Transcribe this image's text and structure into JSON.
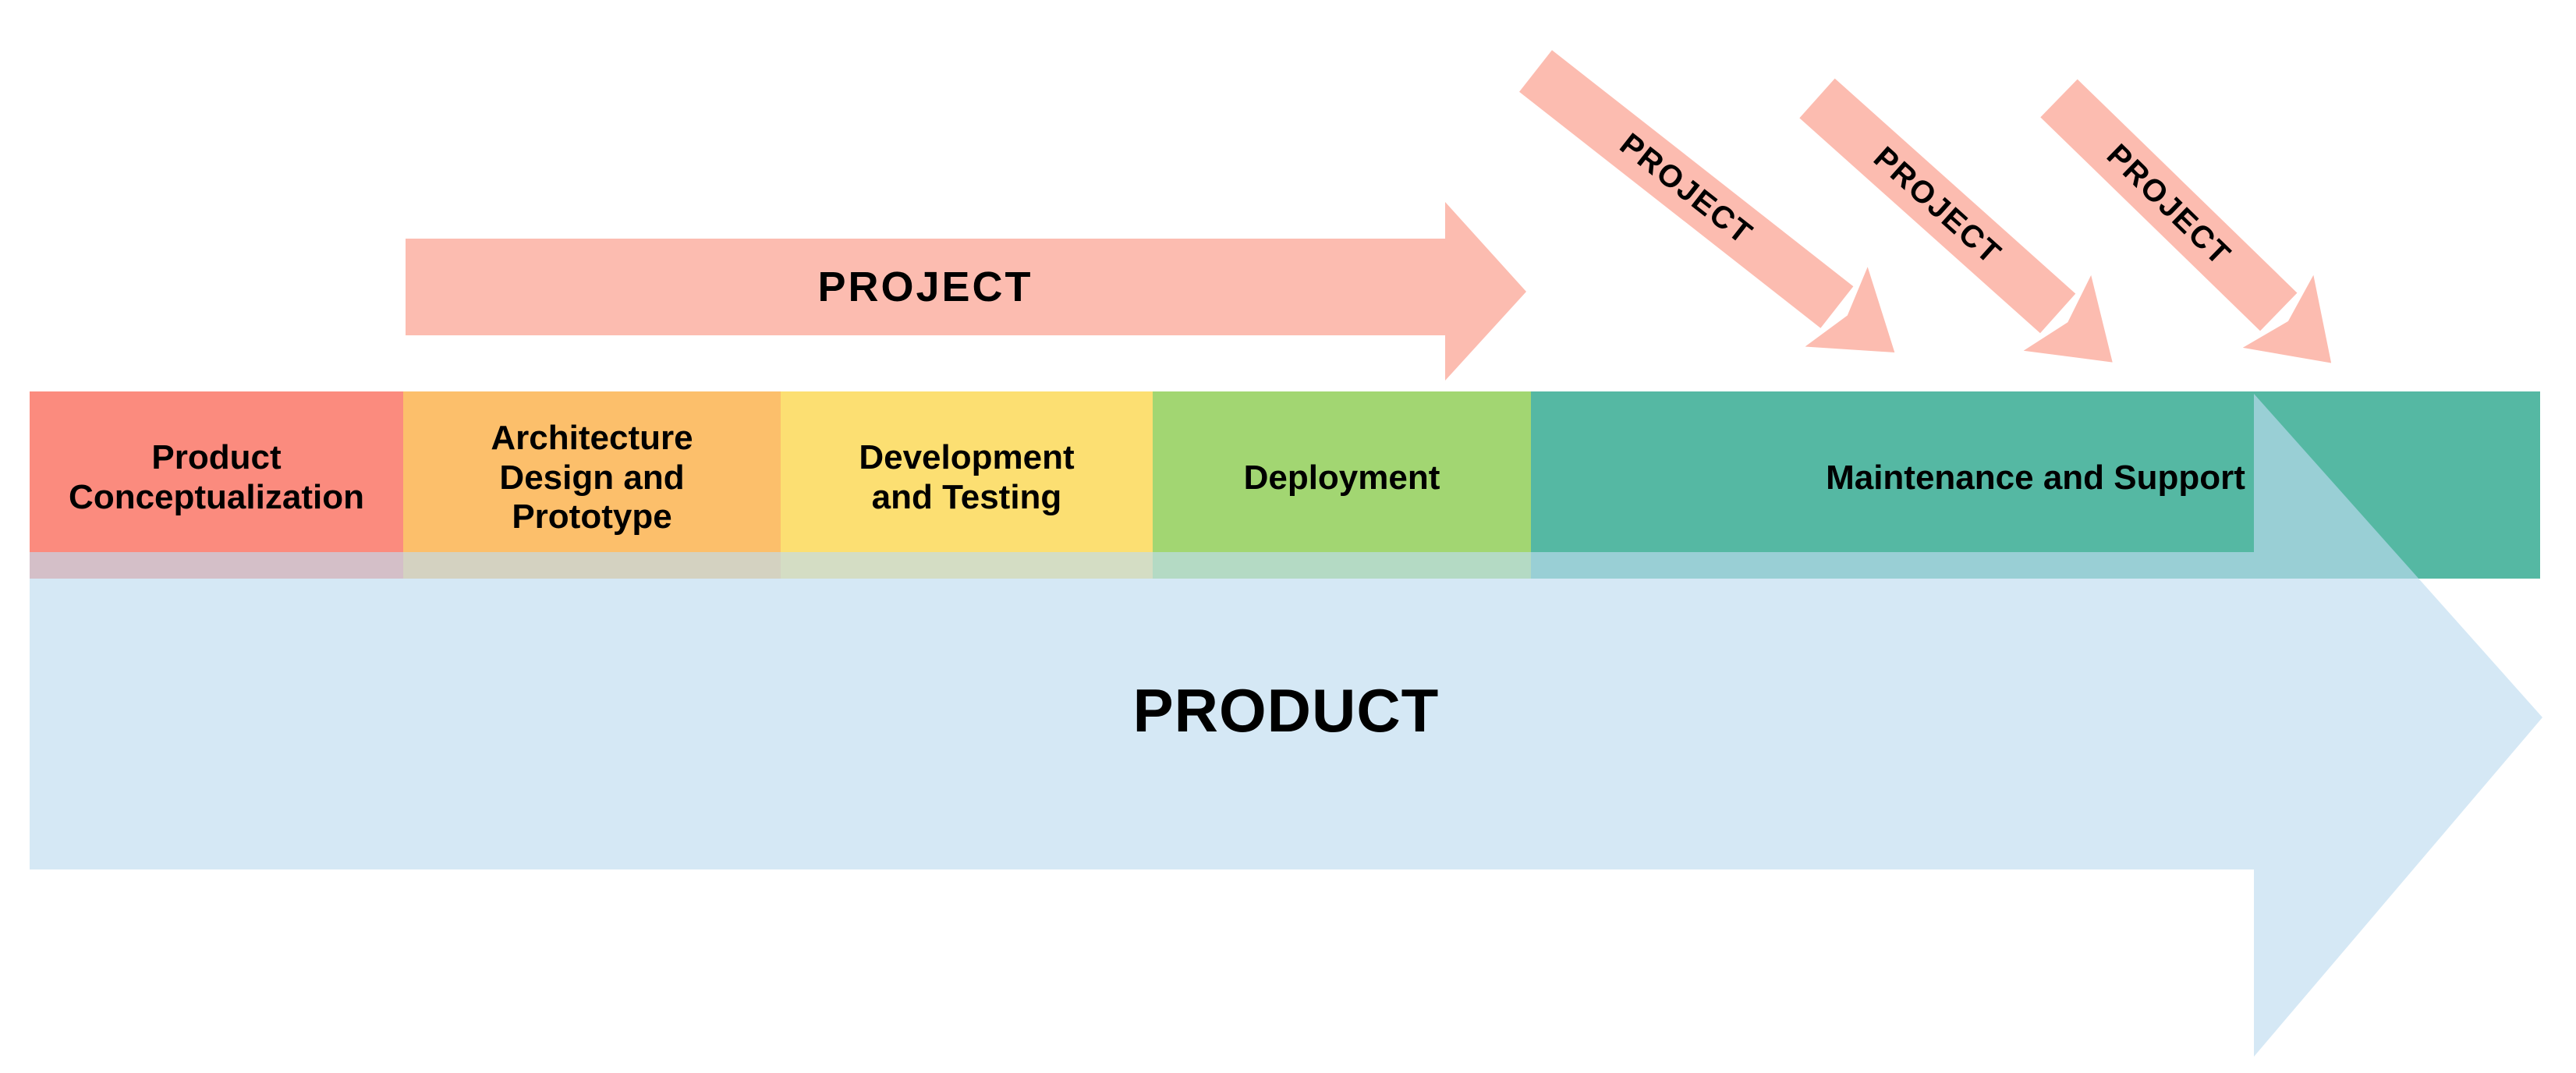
{
  "canvas": {
    "background": "#ffffff"
  },
  "palette": {
    "phase_red": "#fb8b7e",
    "phase_orange": "#fcbf6b",
    "phase_yellow": "#fcdf72",
    "phase_green": "#a2d672",
    "phase_teal": "#55b8a3",
    "project_pink": "#fcbcb0",
    "product_blue": "rgba(190,220,240,0.65)",
    "label_black": "#000000"
  },
  "band": {
    "segments": [
      {
        "id": "product-conceptualization",
        "label": "Product\nConceptualization",
        "color": "#fb8b7e"
      },
      {
        "id": "architecture-design-prototype",
        "label": "Architecture\nDesign and\nPrototype",
        "color": "#fcbf6b"
      },
      {
        "id": "development-testing",
        "label": "Development\nand Testing",
        "color": "#fcdf72"
      },
      {
        "id": "deployment",
        "label": "Deployment",
        "color": "#a2d672"
      },
      {
        "id": "maintenance-support",
        "label": "Maintenance and Support",
        "color": "#55b8a3"
      }
    ]
  },
  "main_project_arrow": {
    "label": "PROJECT",
    "color": "#fcbcb0"
  },
  "iteration_arrows": [
    {
      "label": "PROJECT",
      "color": "#fcbcb0"
    },
    {
      "label": "PROJECT",
      "color": "#fcbcb0"
    },
    {
      "label": "PROJECT",
      "color": "#fcbcb0"
    }
  ],
  "product_arrow": {
    "label": "PRODUCT",
    "color": "rgba(190,220,240,0.65)"
  }
}
